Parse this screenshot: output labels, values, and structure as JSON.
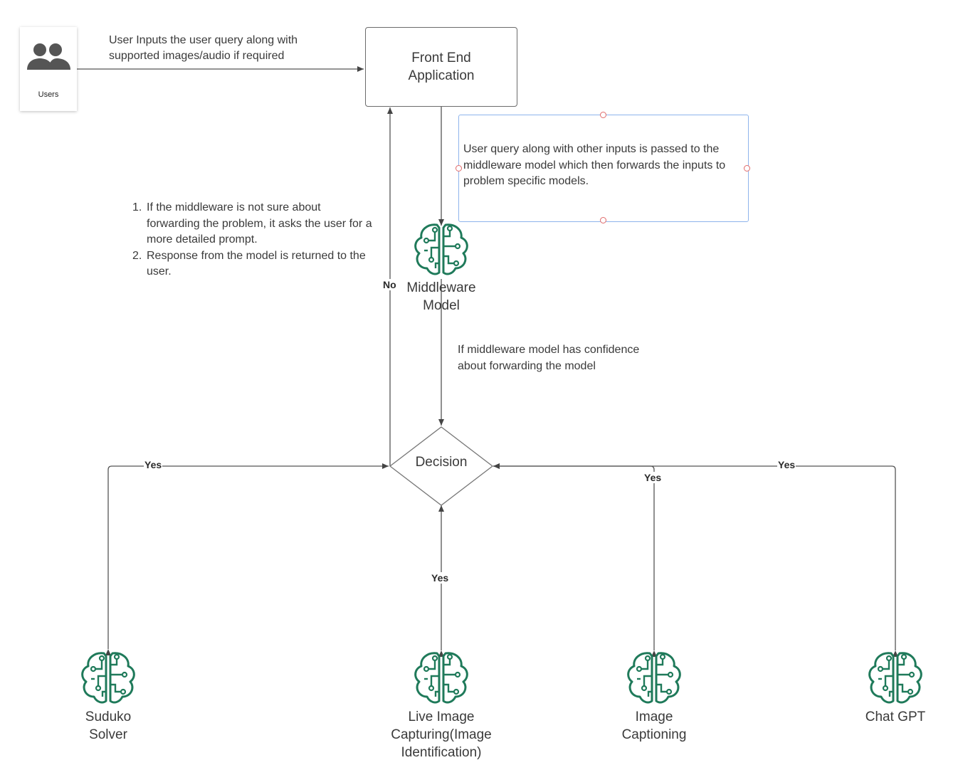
{
  "users": {
    "label": "Users",
    "icon": "users-icon"
  },
  "user_inputs_label": "User Inputs the user query along with supported images/audio if required",
  "front_end": {
    "label": "Front End\nApplication"
  },
  "note": {
    "text": "User query along with other inputs is passed to the middleware model which then forwards the inputs to problem specific models."
  },
  "steps": [
    {
      "num": "1.",
      "text": "If the middleware is not sure about forwarding the problem, it asks the user for a more detailed prompt."
    },
    {
      "num": "2.",
      "text": "Response from the model is returned to the user."
    }
  ],
  "middleware": {
    "label": "Middleware\nModel",
    "icon": "brain-circuit-icon"
  },
  "confidence_note": "If middleware model has confidence about forwarding the model",
  "decision": {
    "label": "Decision"
  },
  "edge_labels": {
    "no": "No",
    "yes_suduko": "Yes",
    "yes_live": "Yes",
    "yes_captioning": "Yes",
    "yes_chatgpt": "Yes"
  },
  "models": [
    {
      "label": "Suduko\nSolver",
      "icon": "brain-circuit-icon"
    },
    {
      "label": "Live Image\nCapturing(Image\nIdentification)",
      "icon": "brain-circuit-icon"
    },
    {
      "label": "Image\nCaptioning",
      "icon": "brain-circuit-icon"
    },
    {
      "label": "Chat GPT",
      "icon": "brain-circuit-icon"
    }
  ],
  "colors": {
    "brain": "#1f7a5a",
    "line": "#555555",
    "note_border": "#8eb4ec",
    "handle": "#e06a6a"
  }
}
